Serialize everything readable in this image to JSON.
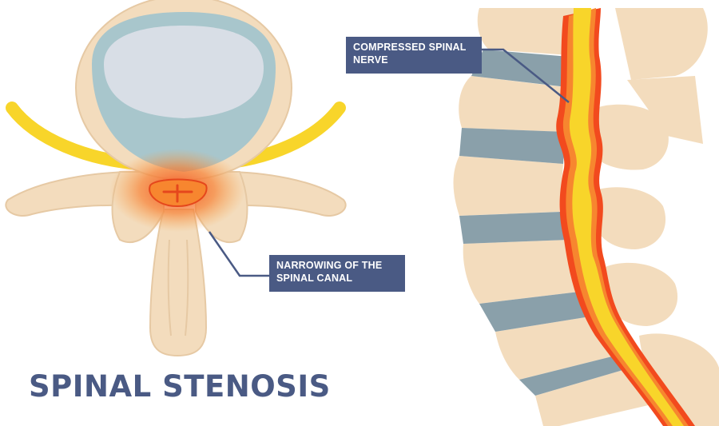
{
  "title": "SPINAL STENOSIS",
  "labels": {
    "compressed_nerve": [
      "COMPRESSED SPINAL",
      "NERVE"
    ],
    "narrowing_canal": [
      "NARROWING OF THE",
      "SPINAL CANAL"
    ]
  },
  "colors": {
    "bone": "#f3dcbd",
    "bone_shadow": "#e6c9a4",
    "disc": "#8aa0aa",
    "disc_inner": "#d8dee6",
    "disc_outer": "#a8c6cc",
    "nerve": "#f8d52a",
    "inflammation": "#f24a1e",
    "inflammation_light": "#f9a03f",
    "label_bg": "#4a5a84"
  }
}
